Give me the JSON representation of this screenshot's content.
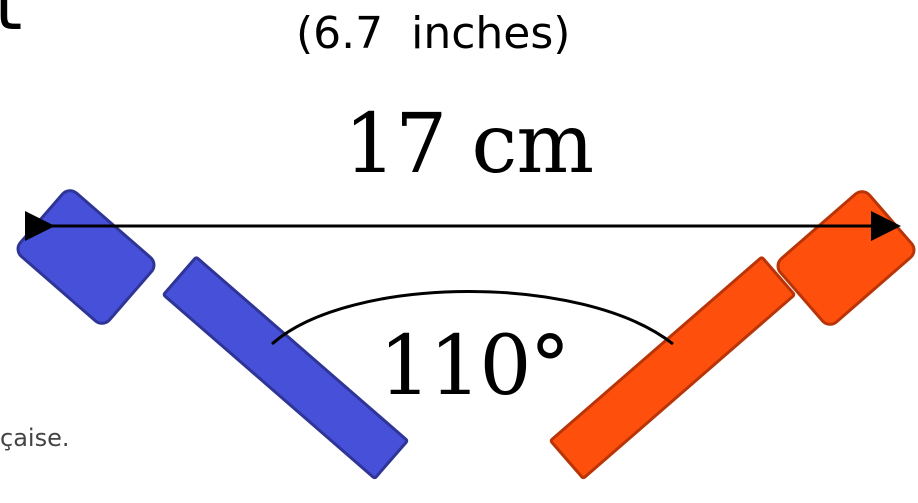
{
  "text": {
    "cropped_left_letter": "t",
    "inches": "(6.7  inches)",
    "distance": "17 cm",
    "angle": "110°",
    "cropped_side_text": "çaise."
  },
  "colors": {
    "left_speaker_fill": "#4650d8",
    "left_speaker_stroke": "#2f3597",
    "right_speaker_fill": "#ff4f0c",
    "right_speaker_stroke": "#b93508",
    "line": "#000000"
  },
  "icons": {
    "left_speaker": "blue-speaker-icon",
    "right_speaker": "orange-speaker-icon",
    "distance_arrow": "double-arrow-icon",
    "angle_arc": "angle-arc-icon"
  }
}
